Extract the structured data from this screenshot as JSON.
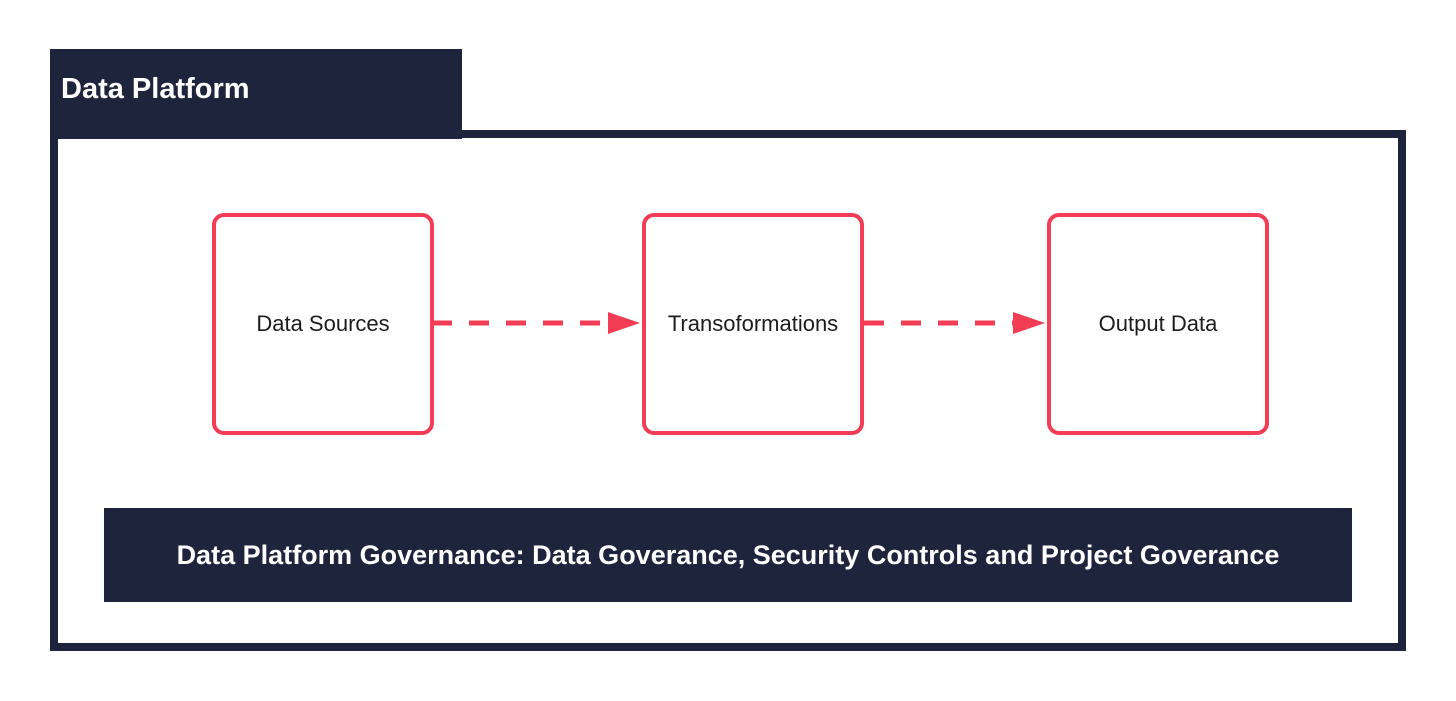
{
  "container": {
    "title": "Data Platform"
  },
  "nodes": [
    {
      "label": "Data Sources"
    },
    {
      "label": "Transoformations"
    },
    {
      "label": "Output Data"
    }
  ],
  "governance": {
    "label": "Data Platform Governance: Data Goverance, Security Controls and Project Goverance"
  },
  "colors": {
    "navy": "#1f243d",
    "accent_red": "#f23d55",
    "background": "#ffffff",
    "node_text": "#1c1c1c"
  }
}
